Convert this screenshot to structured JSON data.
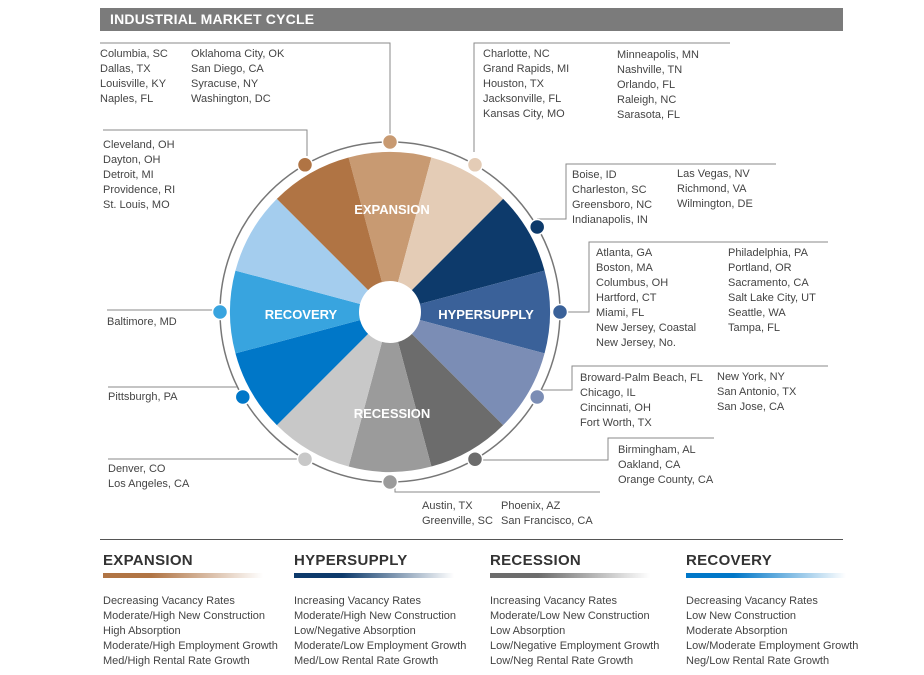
{
  "title": "INDUSTRIAL MARKET CYCLE",
  "wheel_labels": {
    "expansion": "EXPANSION",
    "hypersupply": "HYPERSUPPLY",
    "recession": "RECESSION",
    "recovery": "RECOVERY"
  },
  "colors": {
    "expansion_dark": "#b07444",
    "expansion_mid": "#c89a72",
    "expansion_light": "#e4ccb6",
    "hypersupply_dark": "#0d3a6b",
    "hypersupply_mid": "#3a6199",
    "hypersupply_light": "#7b8db5",
    "recession_dark": "#6c6c6c",
    "recession_mid": "#9b9b9b",
    "recession_light": "#c8c8c8",
    "recovery_dark": "#0077c8",
    "recovery_mid": "#38a4df",
    "recovery_light": "#a4cdee"
  },
  "city_groups": {
    "exp_top_left_a": [
      "Columbia, SC",
      "Dallas, TX",
      "Louisville, KY",
      "Naples, FL"
    ],
    "exp_top_left_b": [
      "Oklahoma City, OK",
      "San Diego, CA",
      "Syracuse, NY",
      "Washington, DC"
    ],
    "exp_top_right_a": [
      "Charlotte, NC",
      "Grand Rapids, MI",
      "Houston, TX",
      "Jacksonville, FL",
      "Kansas City, MO"
    ],
    "exp_top_right_b": [
      "Minneapolis, MN",
      "Nashville, TN",
      "Orlando, FL",
      "Raleigh, NC",
      "Sarasota, FL"
    ],
    "exp_left": [
      "Cleveland, OH",
      "Dayton, OH",
      "Detroit, MI",
      "Providence, RI",
      "St. Louis, MO"
    ],
    "hyp_top_a": [
      "Boise, ID",
      "Charleston, SC",
      "Greensboro, NC",
      "Indianapolis, IN"
    ],
    "hyp_top_b": [
      "Las Vegas, NV",
      "Richmond, VA",
      "Wilmington, DE"
    ],
    "hyp_mid_a": [
      "Atlanta, GA",
      "Boston, MA",
      "Columbus, OH",
      "Hartford, CT",
      "Miami, FL",
      "New Jersey, Coastal",
      "New Jersey, No."
    ],
    "hyp_mid_b": [
      "Philadelphia, PA",
      "Portland, OR",
      "Sacramento, CA",
      "Salt Lake City, UT",
      "Seattle, WA",
      "Tampa, FL"
    ],
    "hyp_low_a": [
      "Broward-Palm Beach, FL",
      "Chicago, IL",
      "Cincinnati, OH",
      "Fort Worth, TX"
    ],
    "hyp_low_b": [
      "New York, NY",
      "San Antonio, TX",
      "San Jose, CA"
    ],
    "rec_right": [
      "Birmingham, AL",
      "Oakland, CA",
      "Orange County, CA"
    ],
    "rec_bottom_a": [
      "Austin, TX",
      "Greenville, SC"
    ],
    "rec_bottom_b": [
      "Phoenix, AZ",
      "San Francisco, CA"
    ],
    "rec_left": [
      "Denver, CO",
      "Los Angeles, CA"
    ],
    "recov_low": [
      "Pittsburgh, PA"
    ],
    "recov_mid": [
      "Baltimore, MD"
    ]
  },
  "phases": [
    {
      "key": "expansion",
      "title": "EXPANSION",
      "gradient_color": "#b07444",
      "lines": [
        "Decreasing Vacancy Rates",
        "Moderate/High New Construction",
        "High Absorption",
        "Moderate/High Employment Growth",
        "Med/High Rental Rate Growth"
      ]
    },
    {
      "key": "hypersupply",
      "title": "HYPERSUPPLY",
      "gradient_color": "#0d3a6b",
      "lines": [
        "Increasing Vacancy Rates",
        "Moderate/High New Construction",
        "Low/Negative Absorption",
        "Moderate/Low Employment Growth",
        "Med/Low Rental Rate Growth"
      ]
    },
    {
      "key": "recession",
      "title": "RECESSION",
      "gradient_color": "#6c6c6c",
      "lines": [
        "Increasing Vacancy Rates",
        "Moderate/Low New Construction",
        "Low Absorption",
        "Low/Negative Employment Growth",
        "Low/Neg Rental Rate Growth"
      ]
    },
    {
      "key": "recovery",
      "title": "RECOVERY",
      "gradient_color": "#0077c8",
      "lines": [
        "Decreasing Vacancy Rates",
        "Low New Construction",
        "Moderate Absorption",
        "Low/Moderate Employment Growth",
        "Neg/Low Rental Rate Growth"
      ]
    }
  ]
}
